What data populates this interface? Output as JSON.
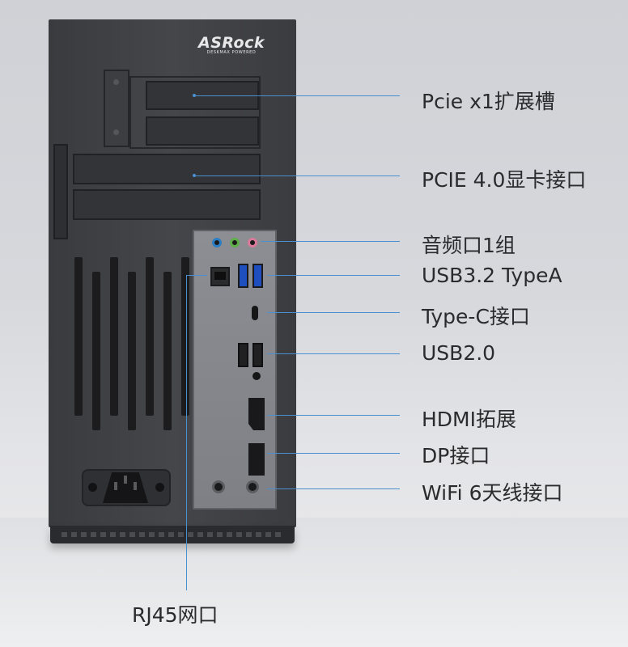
{
  "logo": {
    "brand": "ASRock",
    "sub": "DESKMAX POWERED"
  },
  "labels": {
    "pcie_x1": "Pcie x1扩展槽",
    "pcie_gpu": "PCIE 4.0显卡接口",
    "audio": "音频口1组",
    "usb32": "USB3.2 TypeA",
    "typec": "Type-C接口",
    "usb20": "USB2.0",
    "hdmi": "HDMI拓展",
    "dp": "DP接口",
    "wifi": "WiFi 6天线接口",
    "rj45": "RJ45网口"
  },
  "colors": {
    "callout_line": "#4a90d0",
    "case": "#3f4043",
    "io_shield": "#888a8f",
    "usb3_blue": "#1f4fbf",
    "audio_blue": "#2c7fc4",
    "audio_green": "#5fae4a",
    "audio_pink": "#d97a9a"
  }
}
